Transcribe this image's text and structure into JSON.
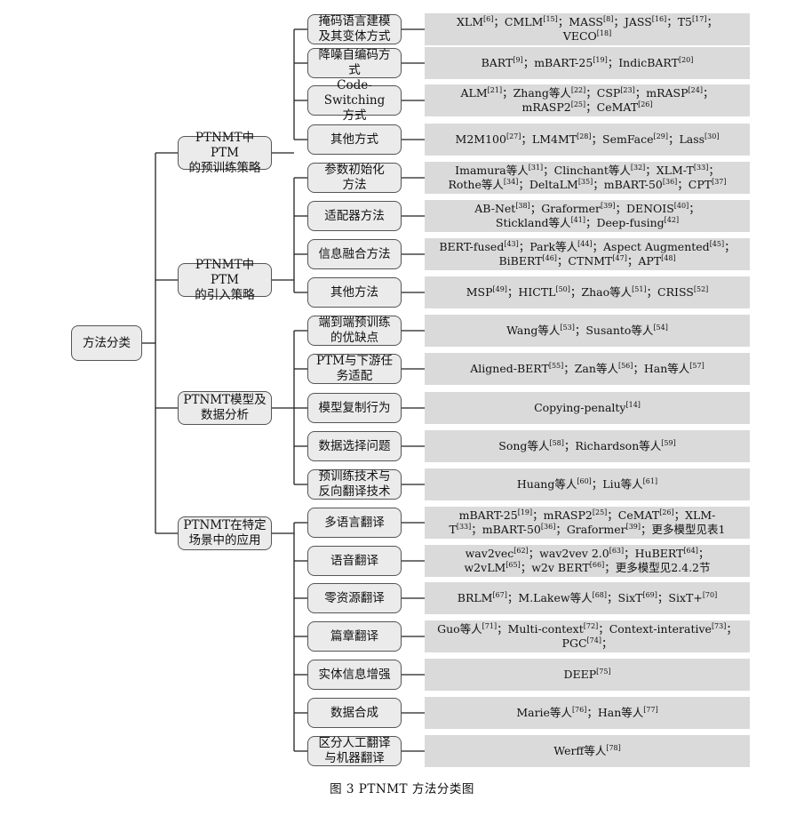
{
  "root": "方法分类",
  "categories": [
    {
      "label": "PTNMT中PTM\n的预训练策略",
      "subs": [
        {
          "label": "掩码语言建模\n及其变体方式",
          "refs": "XLM<sup>[6]</sup>；CMLM<sup>[15]</sup>；MASS<sup>[8]</sup>；JASS<sup>[16]</sup>；T5<sup>[17]</sup>；\nVECO<sup>[18]</sup>"
        },
        {
          "label": "降噪自编码方\n式",
          "refs": "BART<sup>[9]</sup>；mBART-25<sup>[19]</sup>；IndicBART<sup>[20]</sup>"
        },
        {
          "label": "Code-Switching\n方式",
          "refs": "ALM<sup>[21]</sup>；Zhang等人<sup>[22]</sup>；CSP<sup>[23]</sup>；mRASP<sup>[24]</sup>；\nmRASP2<sup>[25]</sup>；CeMAT<sup>[26]</sup>"
        },
        {
          "label": "其他方式",
          "refs": "M2M100<sup>[27]</sup>；LM4MT<sup>[28]</sup>；SemFace<sup>[29]</sup>；Lass<sup>[30]</sup>"
        }
      ]
    },
    {
      "label": "PTNMT中PTM\n的引入策略",
      "subs": [
        {
          "label": "参数初始化\n方法",
          "refs": "Imamura等人<sup>[31]</sup>；Clinchant等人<sup>[32]</sup>；XLM-T<sup>[33]</sup>；\nRothe等人<sup>[34]</sup>；DeltaLM<sup>[35]</sup>；mBART-50<sup>[36]</sup>；CPT<sup>[37]</sup>"
        },
        {
          "label": "适配器方法",
          "refs": "AB-Net<sup>[38]</sup>；Graformer<sup>[39]</sup>；DENOIS<sup>[40]</sup>；\nStickland等人<sup>[41]</sup>；Deep-fusing<sup>[42]</sup>"
        },
        {
          "label": "信息融合方法",
          "refs": "BERT-fused<sup>[43]</sup>；Park等人<sup>[44]</sup>；Aspect Augmented<sup>[45]</sup>；\nBiBERT<sup>[46]</sup>；CTNMT<sup>[47]</sup>；APT<sup>[48]</sup>"
        },
        {
          "label": "其他方法",
          "refs": "MSP<sup>[49]</sup>；HICTL<sup>[50]</sup>；Zhao等人<sup>[51]</sup>；CRISS<sup>[52]</sup>"
        }
      ]
    },
    {
      "label": "PTNMT模型及\n数据分析",
      "subs": [
        {
          "label": "端到端预训练\n的优缺点",
          "refs": "Wang等人<sup>[53]</sup>；Susanto等人<sup>[54]</sup>"
        },
        {
          "label": "PTM与下游任\n务适配",
          "refs": "Aligned-BERT<sup>[55]</sup>；Zan等人<sup>[56]</sup>；Han等人<sup>[57]</sup>"
        },
        {
          "label": "模型复制行为",
          "refs": "Copying-penalty<sup>[14]</sup>"
        },
        {
          "label": "数据选择问题",
          "refs": "Song等人<sup>[58]</sup>；Richardson等人<sup>[59]</sup>"
        },
        {
          "label": "预训练技术与\n反向翻译技术",
          "refs": "Huang等人<sup>[60]</sup>；Liu等人<sup>[61]</sup>"
        }
      ]
    },
    {
      "label": "PTNMT在特定\n场景中的应用",
      "subs": [
        {
          "label": "多语言翻译",
          "refs": "mBART-25<sup>[19]</sup>；mRASP2<sup>[25]</sup>；CeMAT<sup>[26]</sup>；XLM-\nT<sup>[33]</sup>；mBART-50<sup>[36]</sup>；Graformer<sup>[39]</sup>；更多模型见表1"
        },
        {
          "label": "语音翻译",
          "refs": "wav2vec<sup>[62]</sup>；wav2vev 2.0<sup>[63]</sup>；HuBERT<sup>[64]</sup>；\nw2vLM<sup>[65]</sup>；w2v BERT<sup>[66]</sup>；更多模型见2.4.2节"
        },
        {
          "label": "零资源翻译",
          "refs": "BRLM<sup>[67]</sup>；M.Lakew等人<sup>[68]</sup>；SixT<sup>[69]</sup>；SixT+<sup>[70]</sup>"
        },
        {
          "label": "篇章翻译",
          "refs": "Guo等人<sup>[71]</sup>；Multi-context<sup>[72]</sup>；Context-interative<sup>[73]</sup>；\nPGC<sup>[74]</sup>；"
        },
        {
          "label": "实体信息增强",
          "refs": "DEEP<sup>[75]</sup>"
        },
        {
          "label": "数据合成",
          "refs": "Marie等人<sup>[76]</sup>；Han等人<sup>[77]</sup>"
        },
        {
          "label": "区分人工翻译\n与机器翻译",
          "refs": "Werff等人<sup>[78]</sup>"
        }
      ]
    }
  ],
  "caption": "图 3   PTNMT 方法分类图"
}
